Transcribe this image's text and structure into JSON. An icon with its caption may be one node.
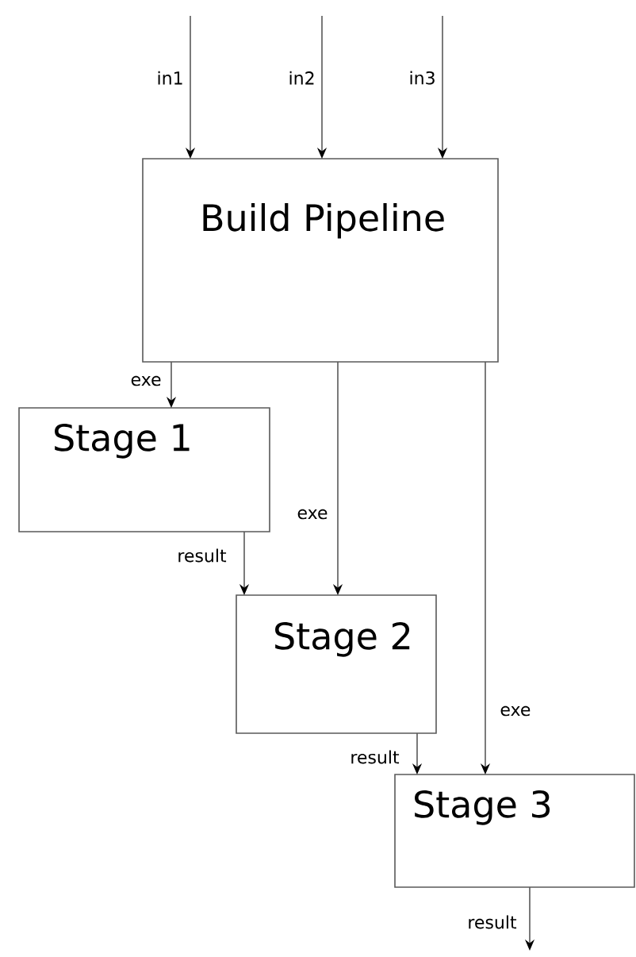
{
  "diagram": {
    "nodes": [
      {
        "text": [
          "Build Pipeline"
        ]
      },
      {
        "text": [
          "Stage 1"
        ]
      },
      {
        "text": [
          "Stage 2"
        ]
      },
      {
        "text": [
          "Stage 3"
        ]
      }
    ],
    "edges": [
      {
        "from": null,
        "to": 0,
        "arrow": "to",
        "label": "in1"
      },
      {
        "from": null,
        "to": 0,
        "arrow": "to",
        "label": "in2"
      },
      {
        "from": null,
        "to": 0,
        "arrow": "to",
        "label": "in3"
      },
      {
        "from": 0,
        "to": 1,
        "arrow": "to",
        "label": "exe"
      },
      {
        "from": 0,
        "to": 2,
        "arrow": "to",
        "label": "exe"
      },
      {
        "from": 0,
        "to": 3,
        "arrow": "to",
        "label": "exe"
      },
      {
        "from": 1,
        "to": 2,
        "arrow": "to",
        "label": "result"
      },
      {
        "from": 2,
        "to": 3,
        "arrow": "to",
        "label": "result"
      },
      {
        "from": 3,
        "to": null,
        "arrow": "to",
        "label": "result"
      }
    ]
  }
}
